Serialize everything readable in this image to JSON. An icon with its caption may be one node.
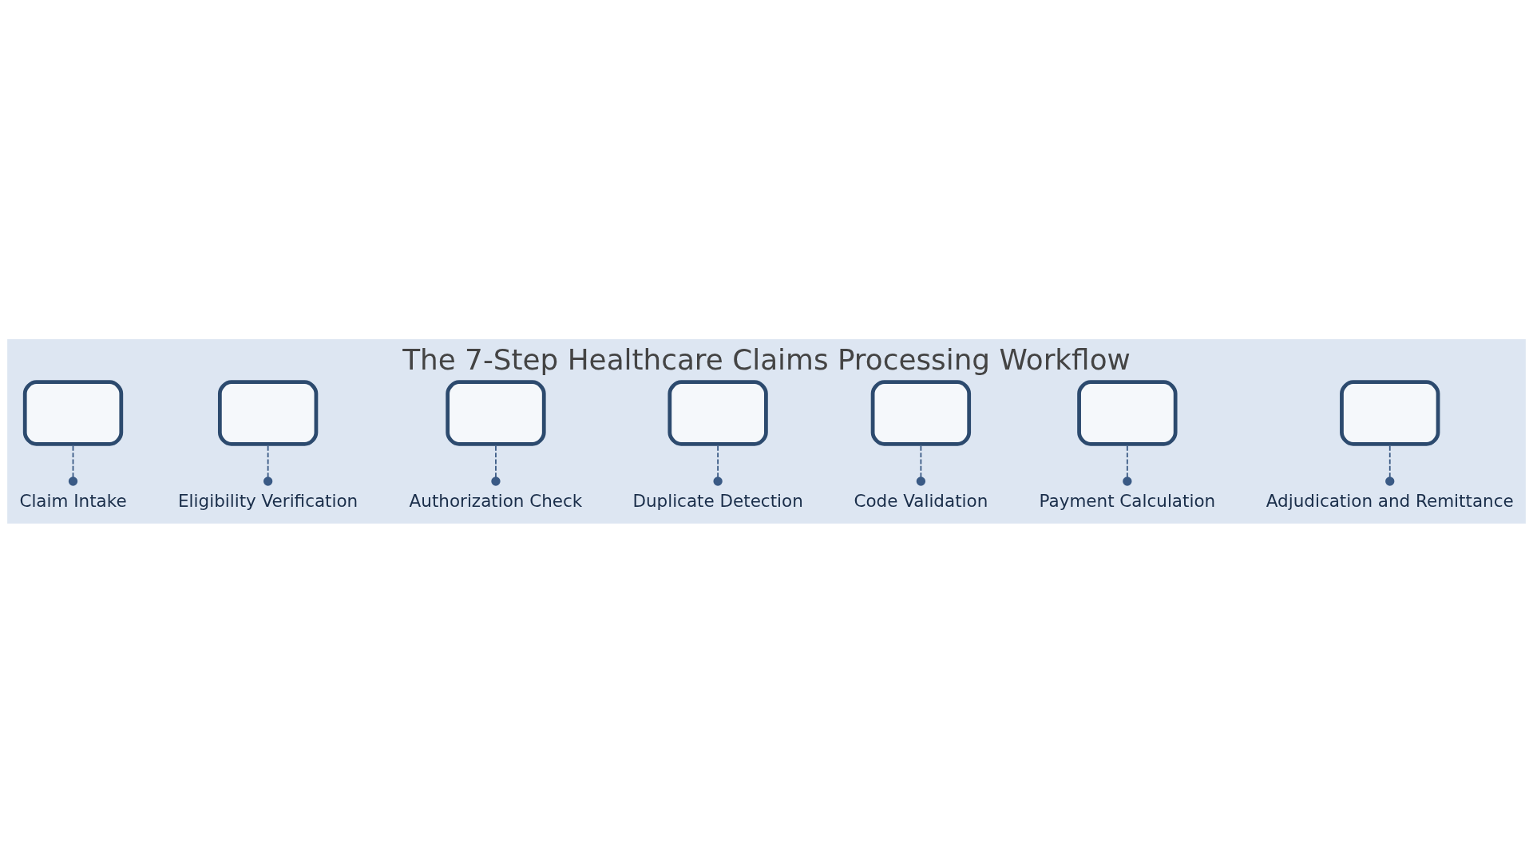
{
  "diagram": {
    "title": "The 7-Step Healthcare Claims Processing Workflow",
    "nodes": [
      {
        "text": [],
        "shape": "box"
      },
      {
        "text": [],
        "shape": "box"
      },
      {
        "text": [],
        "shape": "box"
      },
      {
        "text": [],
        "shape": "box"
      },
      {
        "text": [],
        "shape": "box"
      },
      {
        "text": [],
        "shape": "box"
      },
      {
        "text": [],
        "shape": "box"
      },
      {
        "text": [
          "Claim Intake"
        ]
      },
      {
        "text": [
          "Eligibility Verification"
        ]
      },
      {
        "text": [
          "Authorization Check"
        ]
      },
      {
        "text": [
          "Duplicate Detection"
        ]
      },
      {
        "text": [
          "Code Validation"
        ]
      },
      {
        "text": [
          "Payment Calculation"
        ]
      },
      {
        "text": [
          "Adjudication and Remittance"
        ]
      }
    ],
    "edges": [
      {
        "from": 7,
        "to": 0,
        "arrow": "other",
        "style": "dashed"
      },
      {
        "from": 8,
        "to": 1,
        "arrow": "other",
        "style": "dashed"
      },
      {
        "from": 9,
        "to": 2,
        "arrow": "other",
        "style": "dashed"
      },
      {
        "from": 10,
        "to": 3,
        "arrow": "other",
        "style": "dashed"
      },
      {
        "from": 11,
        "to": 4,
        "arrow": "other",
        "style": "dashed"
      },
      {
        "from": 12,
        "to": 5,
        "arrow": "other",
        "style": "dashed"
      },
      {
        "from": 13,
        "to": 6,
        "arrow": "other",
        "style": "dashed"
      }
    ]
  }
}
